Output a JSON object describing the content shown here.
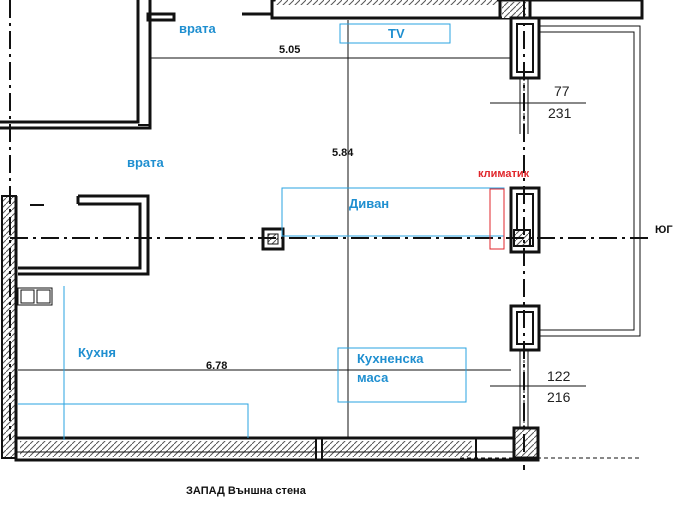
{
  "labels": {
    "door_top": "врата",
    "door_left": "врата",
    "tv": "TV",
    "sofa": "Диван",
    "kitchen": "Кухня",
    "kitchen_table_line1": "Кухненска",
    "kitchen_table_line2": "маса",
    "ac": "климатик",
    "south": "ЮГ",
    "west_caption": "ЗАПАД Външна стена"
  },
  "dimensions": {
    "width_top": "5.05",
    "depth": "5.84",
    "width_bottom": "6.78",
    "window1_top": "77",
    "window1_bottom": "231",
    "window2_top": "122",
    "window2_bottom": "216"
  },
  "colors": {
    "wall": "#111111",
    "furniture_outline": "#2aa3e0",
    "label_blue": "#1f8fd0",
    "ac_red": "#e0262b",
    "hatch": "#555555"
  }
}
